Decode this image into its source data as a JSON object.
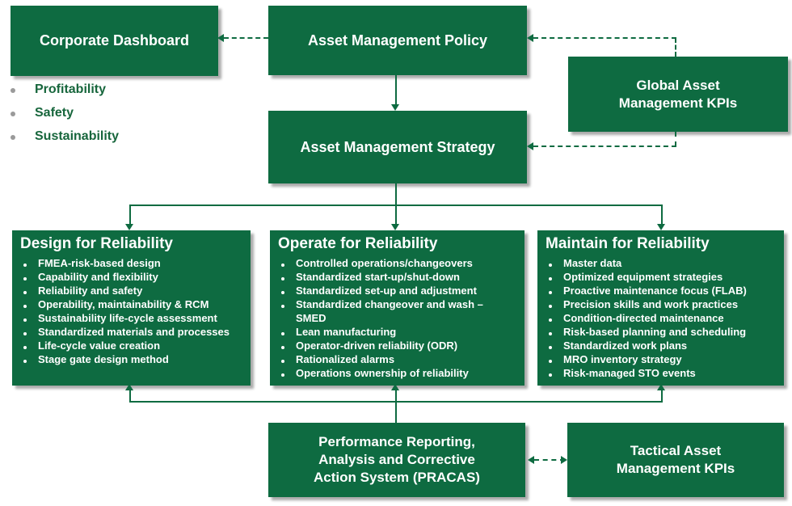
{
  "colors": {
    "box_green": "#0E6B41",
    "connector_green": "#0E6B41",
    "box_text": "#ffffff",
    "kpi_text_green": "#17663C",
    "kpi_bullet_gray": "#9a9a9a",
    "shadow_gray": "#ababab",
    "background": "#ffffff"
  },
  "boxes": {
    "corporate_dashboard": {
      "label": "Corporate Dashboard"
    },
    "policy": {
      "label": "Asset Management Policy"
    },
    "strategy": {
      "label": "Asset Management Strategy"
    },
    "global_kpis": {
      "lines": [
        "Global Asset",
        "Management KPIs"
      ]
    },
    "pracas": {
      "lines": [
        "Performance Reporting,",
        "Analysis and Corrective",
        "Action System (PRACAS)"
      ]
    },
    "tactical_kpis": {
      "lines": [
        "Tactical Asset",
        "Management KPIs"
      ]
    }
  },
  "corporate_kpi_bullets": [
    "Profitability",
    "Safety",
    "Sustainability"
  ],
  "columns": [
    {
      "title": "Design for Reliability",
      "items": [
        "FMEA-risk-based design",
        "Capability and flexibility",
        "Reliability and safety",
        "Operability, maintainability & RCM",
        "Sustainability life-cycle assessment",
        "Standardized materials and processes",
        "Life-cycle value creation",
        "Stage gate design method"
      ]
    },
    {
      "title": "Operate for Reliability",
      "items": [
        "Controlled operations/changeovers",
        "Standardized start-up/shut-down",
        "Standardized set-up and adjustment",
        "Standardized changeover and wash – SMED",
        "Lean manufacturing",
        "Operator-driven reliability (ODR)",
        "Rationalized alarms",
        "Operations ownership of reliability"
      ]
    },
    {
      "title": "Maintain for Reliability",
      "items": [
        "Master data",
        "Optimized equipment strategies",
        "Proactive maintenance focus (FLAB)",
        "Precision skills and work practices",
        "Condition-directed maintenance",
        "Risk-based planning and scheduling",
        "Standardized work plans",
        "MRO inventory strategy",
        "Risk-managed STO events"
      ]
    }
  ]
}
